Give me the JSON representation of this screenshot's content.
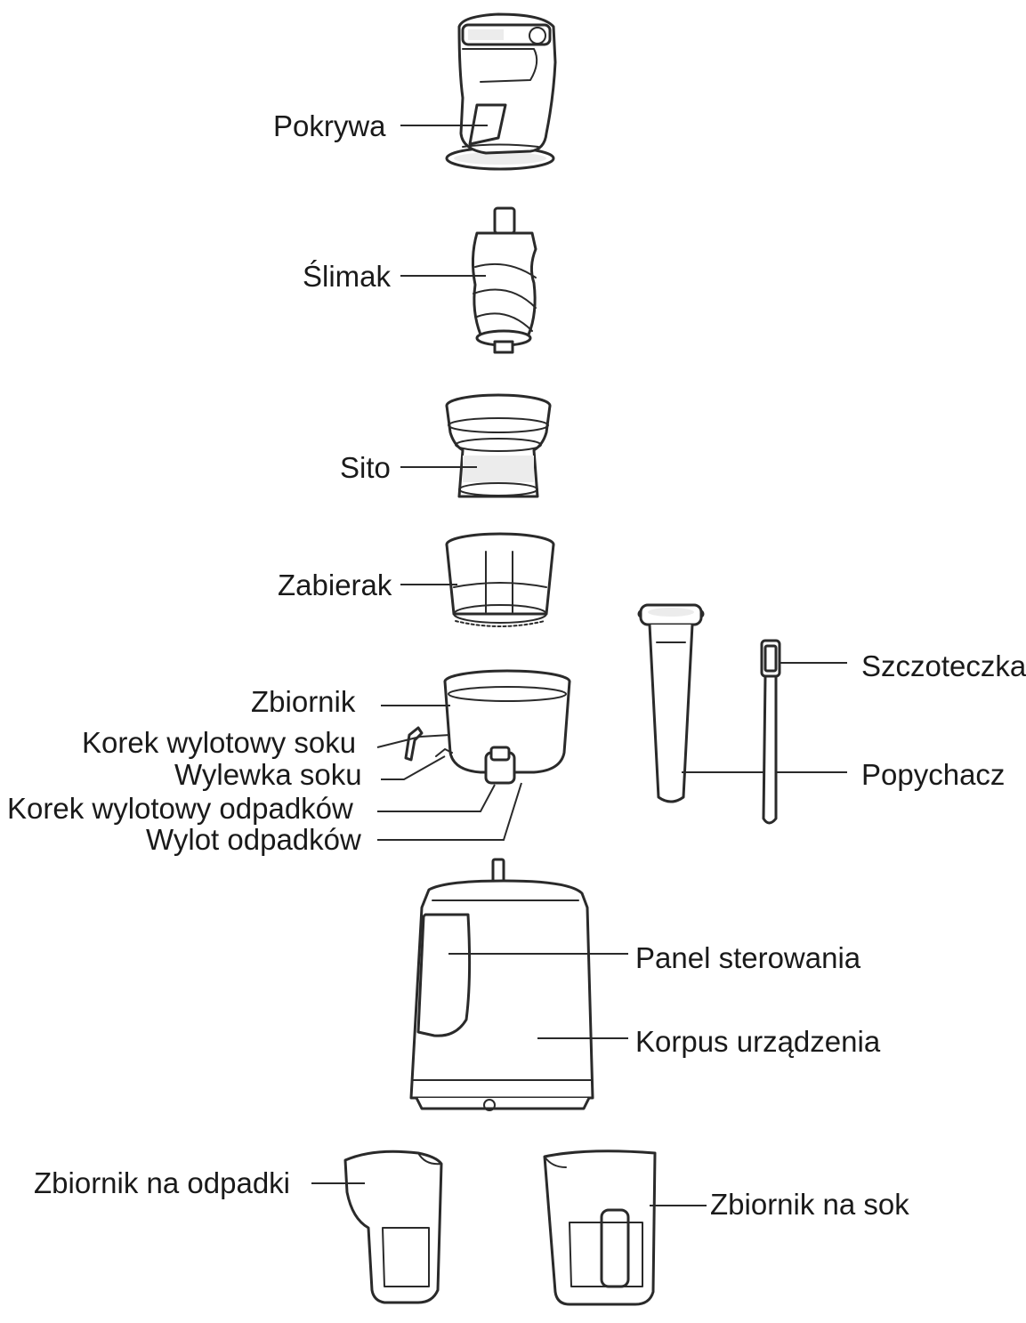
{
  "labels": {
    "pokrywa": "Pokrywa",
    "slimak": "Ślimak",
    "sito": "Sito",
    "zabierak": "Zabierak",
    "zbiornik": "Zbiornik",
    "korek_soku": "Korek wylotowy soku",
    "wylewka": "Wylewka soku",
    "korek_odpadkow": "Korek wylotowy odpadków",
    "wylot_odpadkow": "Wylot odpadków",
    "szczoteczka": "Szczoteczka",
    "popychacz": "Popychacz",
    "panel": "Panel sterowania",
    "korpus": "Korpus urządzenia",
    "zbiornik_odpadki": "Zbiornik na odpadki",
    "zbiornik_sok": "Zbiornik na sok"
  }
}
